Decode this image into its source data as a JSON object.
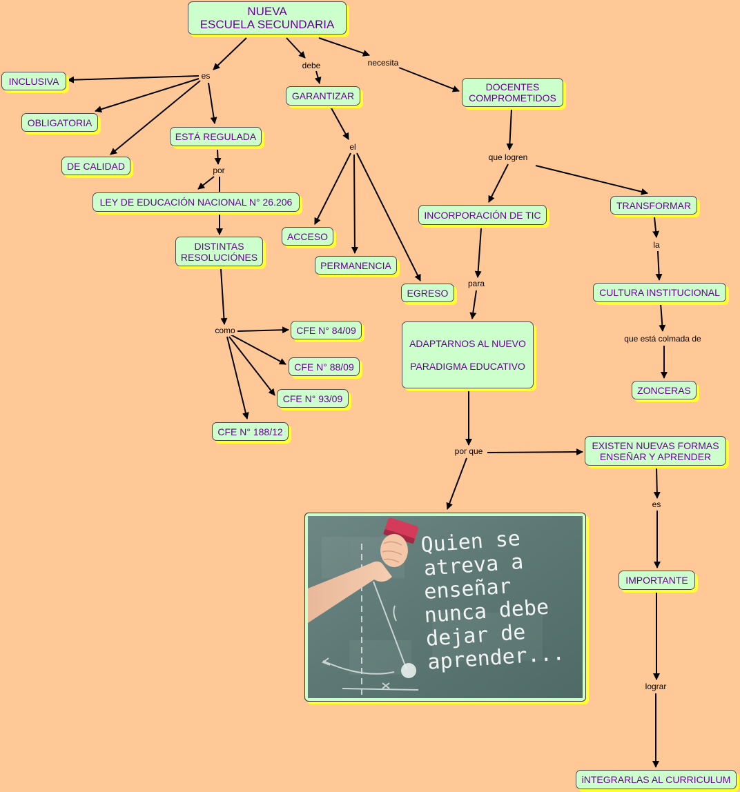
{
  "nodes": {
    "nueva": "NUEVA\nESCUELA SECUNDARIA",
    "inclusiva": "INCLUSIVA",
    "obligatoria": "OBLIGATORIA",
    "de_calidad": "DE CALIDAD",
    "esta_regulada": "ESTÁ REGULADA",
    "ley": "LEY DE  EDUCACIÓN NACIONAL N° 26.206",
    "resoluciones": "DISTINTAS\nRESOLUCIÓNES",
    "cfe_84": "CFE N° 84/09",
    "cfe_88": "CFE N° 88/09",
    "cfe_93": "CFE N° 93/09",
    "cfe_188": "CFE N° 188/12",
    "garantizar": "GARANTIZAR",
    "acceso": "ACCESO",
    "permanencia": "PERMANENCIA",
    "egreso": "EGRESO",
    "docentes": "DOCENTES\nCOMPROMETIDOS",
    "tic": "INCORPORACIÓN DE TIC",
    "adaptarnos": "ADAPTARNOS AL NUEVO\nPARADIGMA EDUCATIVO",
    "transformar": "TRANSFORMAR",
    "cultura": "CULTURA INSTITUCIONAL",
    "zonceras": "ZONCERAS",
    "existen": "EXISTEN NUEVAS FORMAS\nENSEÑAR Y APRENDER",
    "importante": "IMPORTANTE",
    "integrarlas": "iNTEGRARLAS AL CURRICULUM"
  },
  "links": {
    "es_1": "es",
    "debe": "debe",
    "necesita": "necesita",
    "por_1": "por",
    "el": "el",
    "que_logren": "que logren",
    "como": "como",
    "para": "para",
    "la": "la",
    "colmada": "que está colmada de",
    "por_que": "por que",
    "es_2": "es",
    "lograr": "lograr"
  },
  "image": {
    "lines": [
      "Quien se",
      "atreva a",
      "enseñar",
      "nunca debe",
      "dejar de",
      "aprender..."
    ]
  }
}
